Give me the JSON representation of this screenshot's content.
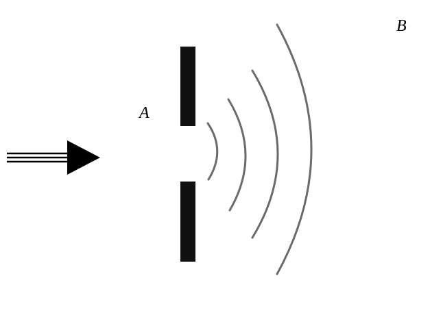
{
  "labels": {
    "a": "A",
    "b": "B"
  },
  "colors": {
    "ink": "#000000",
    "wave": "#6b6b6b",
    "background": "#ffffff"
  },
  "elements": {
    "incident_arrow": "triple-line-arrow",
    "barrier_top": "slit-barrier",
    "barrier_bottom": "slit-barrier",
    "wavefronts": 4
  }
}
